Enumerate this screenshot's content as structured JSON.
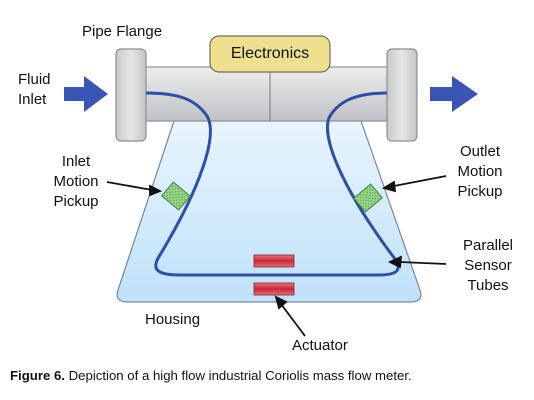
{
  "labels": {
    "pipe_flange": "Pipe Flange",
    "electronics": "Electronics",
    "fluid_inlet": [
      "Fluid",
      "Inlet"
    ],
    "inlet_motion_pickup": [
      "Inlet",
      "Motion",
      "Pickup"
    ],
    "outlet_motion_pickup": [
      "Outlet",
      "Motion",
      "Pickup"
    ],
    "parallel_sensor_tubes": [
      "Parallel",
      "Sensor",
      "Tubes"
    ],
    "housing": "Housing",
    "actuator": "Actuator"
  },
  "caption": {
    "figure_label": "Figure 6.",
    "text": "Depiction of a high flow industrial Coriolis mass flow meter."
  },
  "colors": {
    "arrow": "#3b55b5",
    "tube": "#2e4fa7",
    "housing_fill": "#cce8fb",
    "electronics_fill": "#eee08e",
    "pickup": "#8dd07a",
    "actuator": "#d23a4a",
    "pipe": "#d7d8da"
  }
}
